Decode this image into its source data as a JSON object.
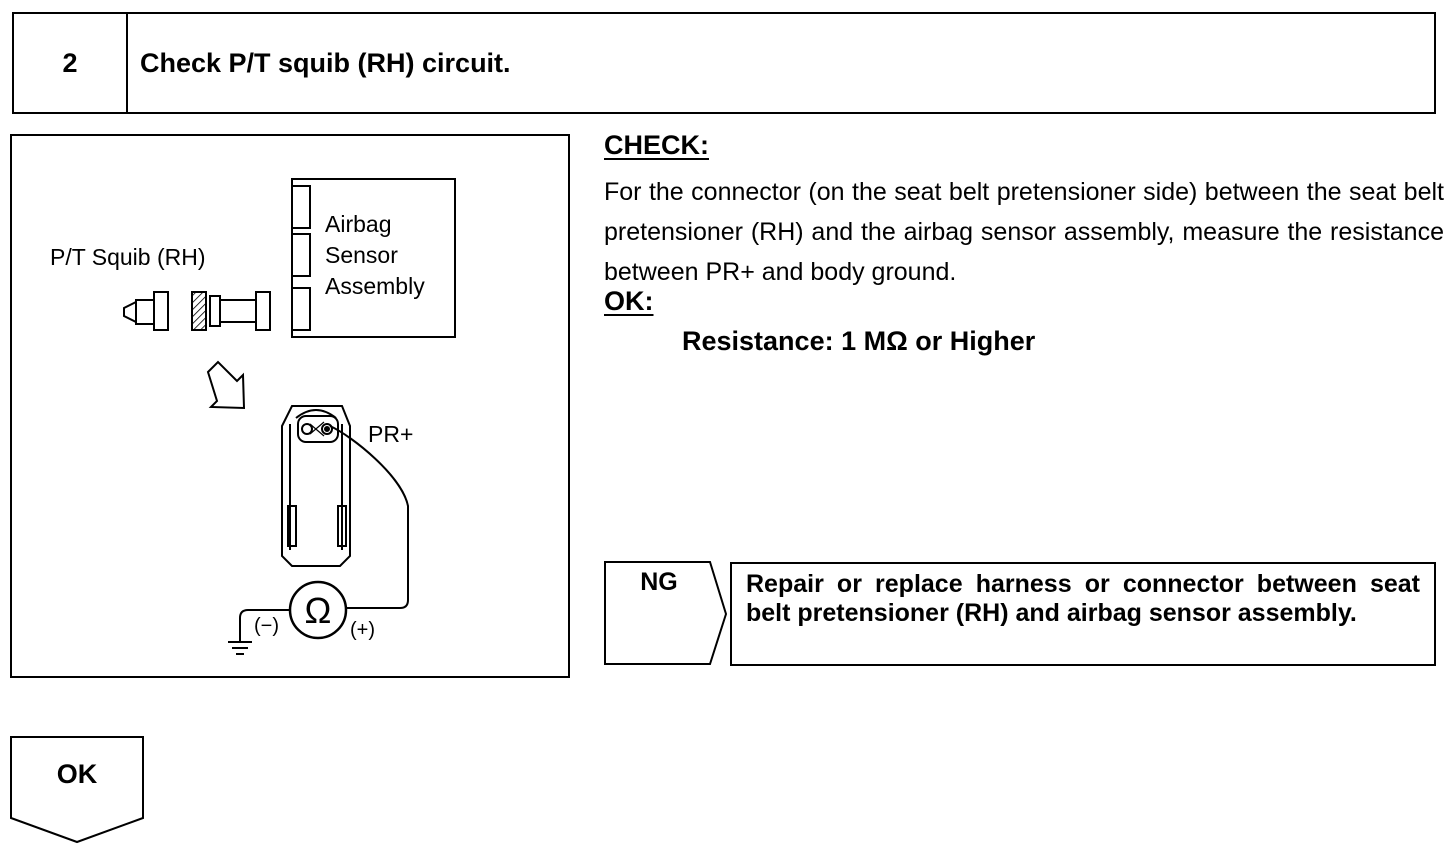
{
  "step": {
    "number": "2",
    "title": "Check P/T squib (RH) circuit."
  },
  "diagram": {
    "squib_label": "P/T Squib (RH)",
    "sensor_label_line1": "Airbag",
    "sensor_label_line2": "Sensor",
    "sensor_label_line3": "Assembly",
    "terminal_label": "PR+",
    "ohm_symbol": "Ω",
    "minus_label": "(−)",
    "plus_label": "(+)"
  },
  "check": {
    "heading": "CHECK:",
    "body": "For the connector (on the seat belt pretensioner side) between the seat belt pretensioner (RH) and the airbag sensor assembly, measure the resistance between PR+ and body ground.",
    "ok_heading": "OK:",
    "spec": "Resistance: 1 MΩ or Higher"
  },
  "ng": {
    "label": "NG",
    "action": "Repair or replace harness or connector between seat belt pretensioner (RH) and airbag sensor assembly."
  },
  "ok": {
    "label": "OK"
  }
}
